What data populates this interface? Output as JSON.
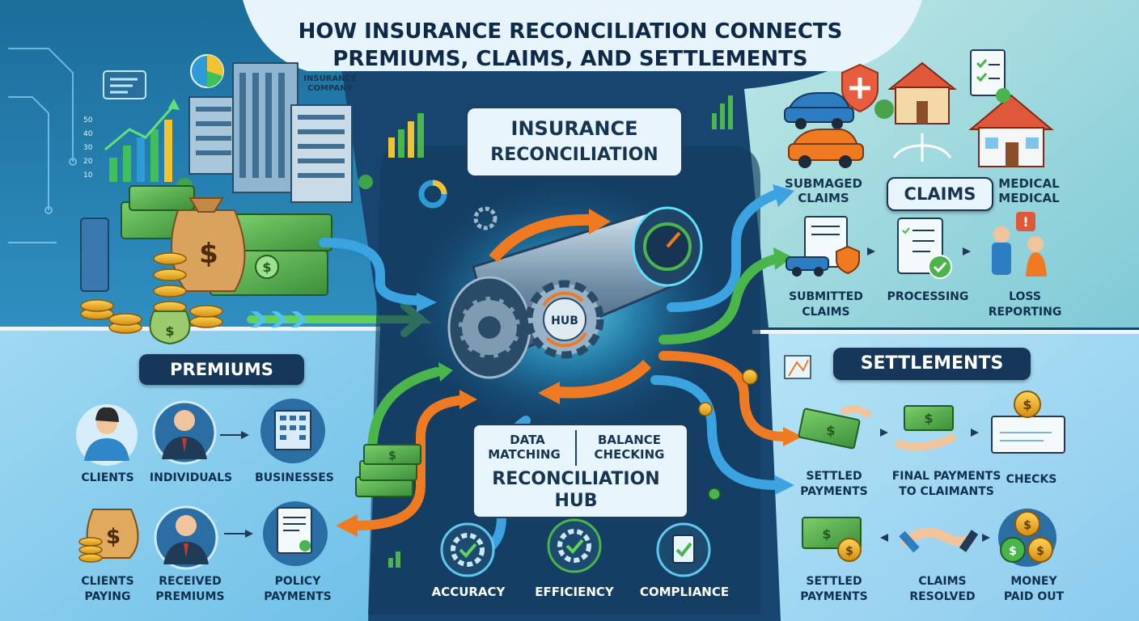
{
  "title": {
    "line1": "HOW INSURANCE RECONCILIATION CONNECTS",
    "line2": "PREMIUMS, CLAIMS, AND SETTLEMENTS"
  },
  "top_left": {
    "building_label_line1": "INSURANCE",
    "building_label_line2": "COMPANY",
    "axis_ticks": [
      "50",
      "40",
      "30",
      "20",
      "10"
    ]
  },
  "hub": {
    "heading_line1": "INSURANCE",
    "heading_line2": "RECONCILIATION",
    "hub_label": "HUB",
    "data_matching_line1": "DATA",
    "data_matching_line2": "MATCHING",
    "balance_checking_line1": "BALANCE",
    "balance_checking_line2": "CHECKING",
    "footer_line1": "RECONCILIATION",
    "footer_line2": "HUB",
    "qualities": [
      "ACCURACY",
      "EFFICIENCY",
      "COMPLIANCE"
    ]
  },
  "premiums": {
    "section_label": "PREMIUMS",
    "row1": [
      {
        "line1": "CLIENTS",
        "line2": "",
        "icon": "woman-avatar-icon"
      },
      {
        "line1": "INDIVIDUALS",
        "line2": "",
        "icon": "man-avatar-icon"
      },
      {
        "line1": "BUSINESSES",
        "line2": "",
        "icon": "office-building-icon"
      }
    ],
    "row2": [
      {
        "line1": "CLIENTS",
        "line2": "PAYING",
        "icon": "money-bag-icon"
      },
      {
        "line1": "RECEIVED",
        "line2": "PREMIUMS",
        "icon": "businessman-icon"
      },
      {
        "line1": "POLICY",
        "line2": "PAYMENTS",
        "icon": "policy-document-icon"
      }
    ]
  },
  "claims": {
    "section_label": "CLAIMS",
    "top_left_line1": "SUBMAGED",
    "top_left_line2": "CLAIMS",
    "top_right_line1": "MEDICAL",
    "top_right_line2": "MEDICAL",
    "row": [
      {
        "line1": "SUBMITTED",
        "line2": "CLAIMS",
        "icon": "car-claim-icon"
      },
      {
        "line1": "PROCESSING",
        "line2": "",
        "icon": "checklist-icon"
      },
      {
        "line1": "LOSS",
        "line2": "REPORTING",
        "icon": "people-alert-icon"
      }
    ]
  },
  "settlements": {
    "section_label": "SETTLEMENTS",
    "row1": [
      {
        "line1": "SETTLED",
        "line2": "PAYMENTS",
        "icon": "cash-handshake-icon"
      },
      {
        "line1": "FINAL PAYMENTS",
        "line2": "TO CLAIMANTS",
        "icon": "hand-cash-icon"
      },
      {
        "line1": "CHECKS",
        "line2": "",
        "icon": "check-icon"
      }
    ],
    "row2": [
      {
        "line1": "SETTLED",
        "line2": "PAYMENTS",
        "icon": "cash-coin-icon"
      },
      {
        "line1": "CLAIMS",
        "line2": "RESOLVED",
        "icon": "handshake-icon"
      },
      {
        "line1": "MONEY",
        "line2": "PAID OUT",
        "icon": "coins-icon"
      }
    ]
  },
  "colors": {
    "navy": "#16365a",
    "green": "#49b54a",
    "orange": "#f07a22",
    "blue": "#2f9ad8",
    "cyan": "#5fe0ff"
  }
}
